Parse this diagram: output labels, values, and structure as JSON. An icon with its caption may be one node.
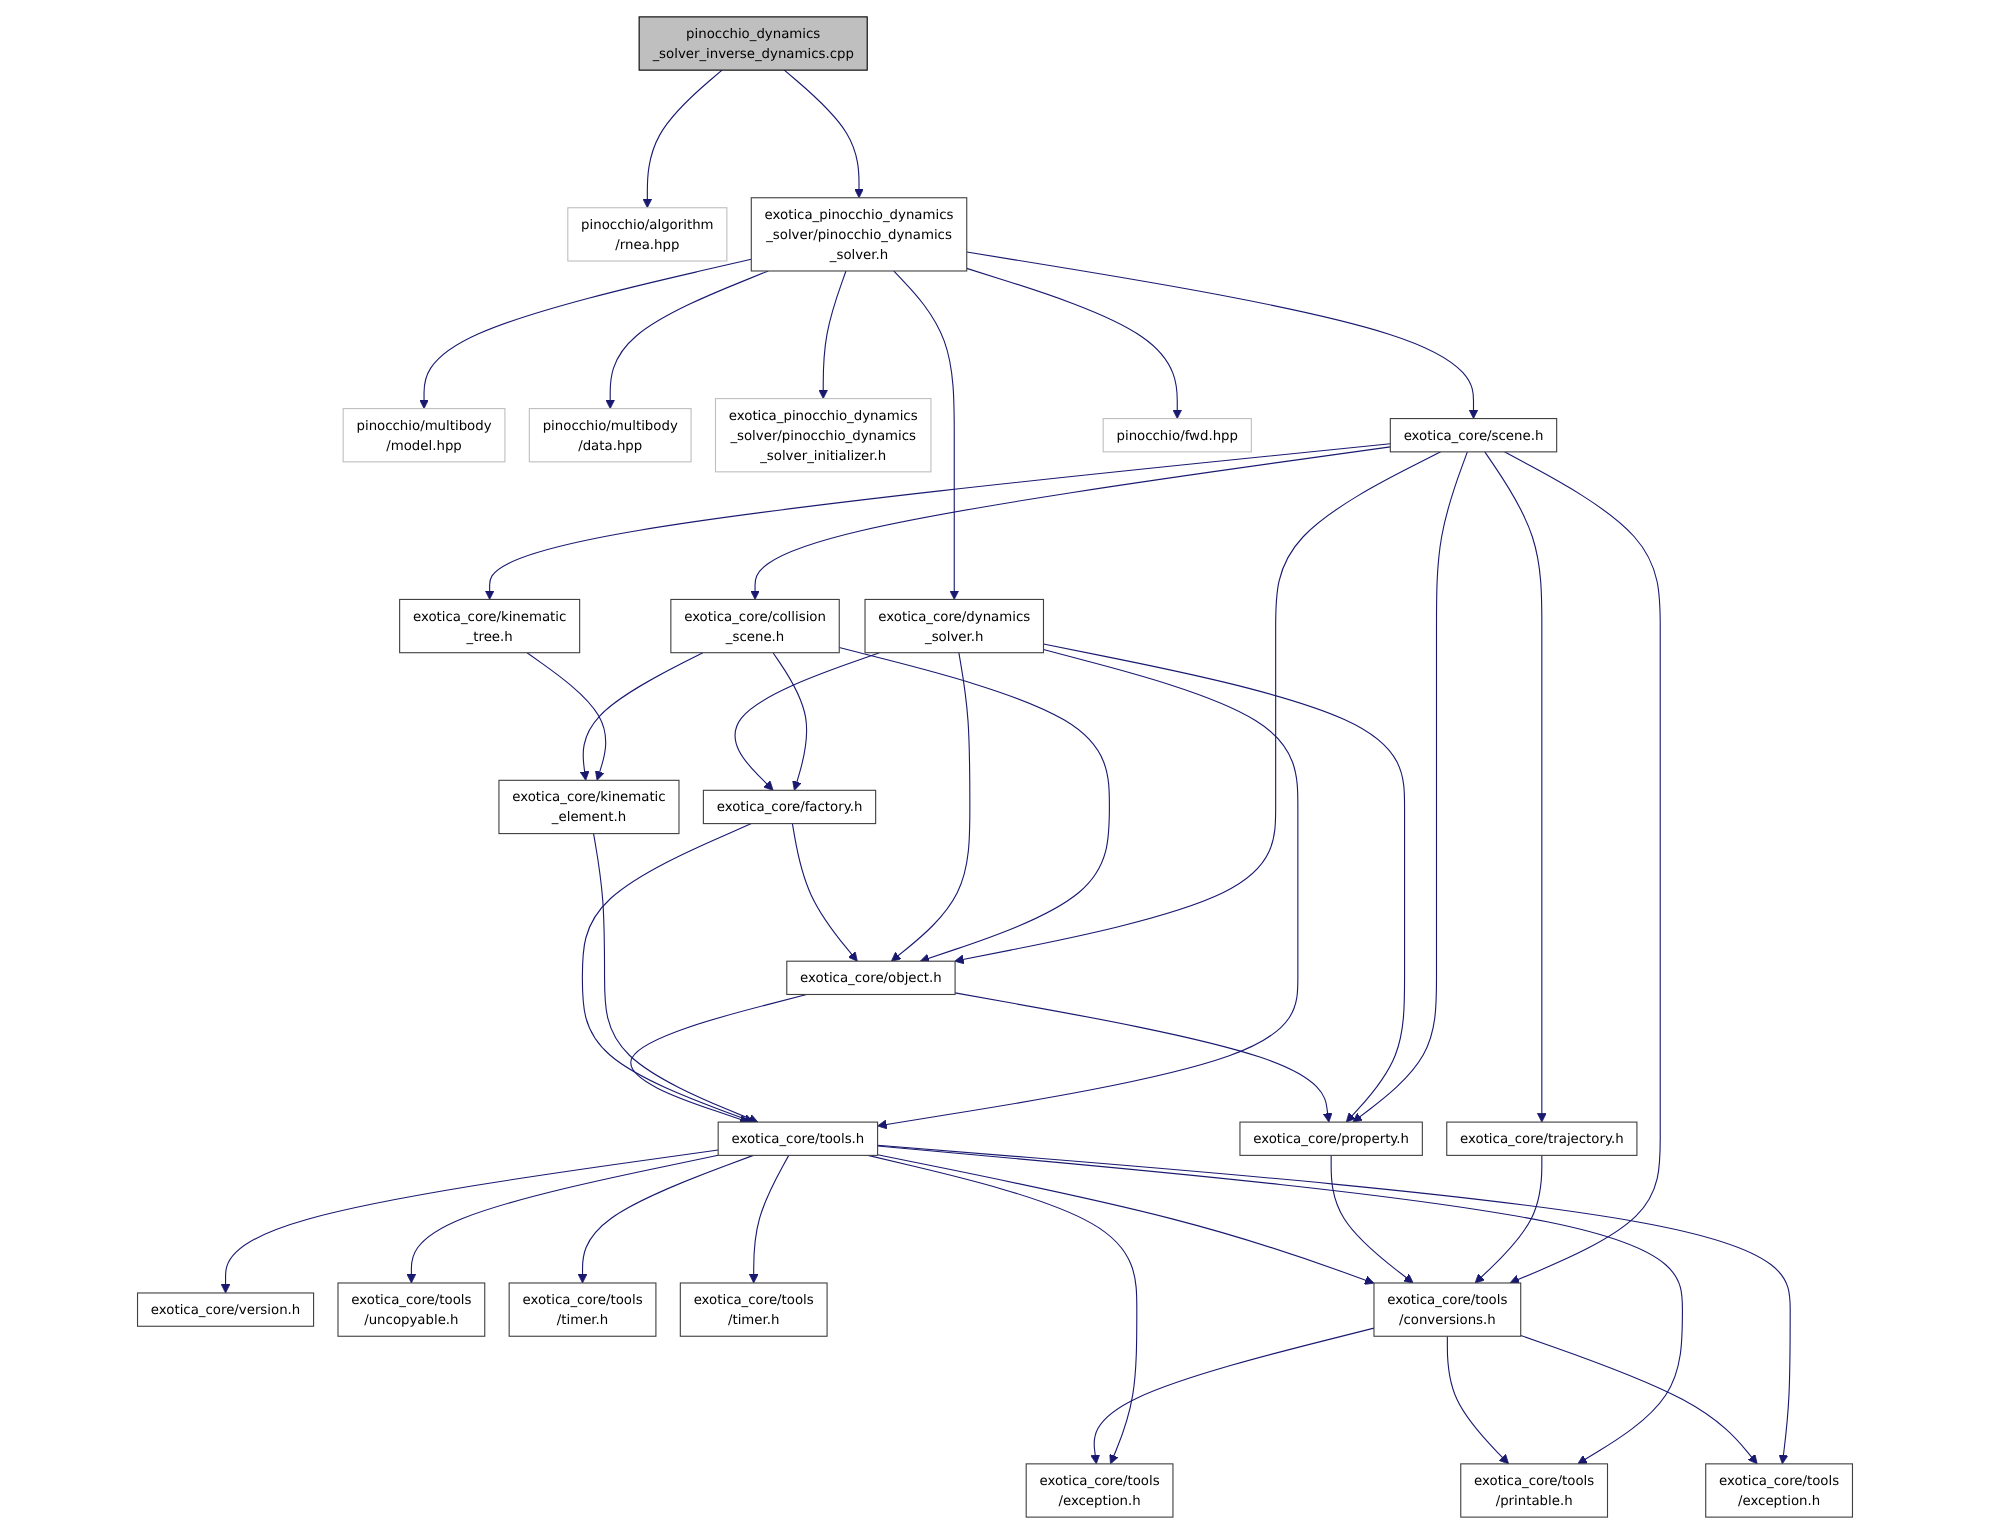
{
  "diagram": {
    "nodes": [
      {
        "text": [
          "pinocchio_dynamics _solver_inverse_dynamics.cpp"
        ]
      },
      {
        "text": [
          "exotica_pinocchio_dynamics _solver/pinocchio_dynamics _solver.h"
        ]
      },
      {
        "text": [
          "pinocchio/algorithm /rnea.hpp"
        ]
      },
      {
        "text": [
          "pinocchio/fwd.hpp"
        ]
      },
      {
        "text": [
          "exotica_core/scene.h"
        ]
      },
      {
        "text": [
          "exotica_pinocchio_dynamics _solver/pinocchio_dynamics _solver_initializer.h"
        ]
      },
      {
        "text": [
          "pinocchio/multibody /data.hpp"
        ]
      },
      {
        "text": [
          "pinocchio/multibody /model.hpp"
        ]
      },
      {
        "text": [
          "exotica_core/kinematic _tree.h"
        ]
      },
      {
        "text": [
          "exotica_core/collision _scene.h"
        ]
      },
      {
        "text": [
          "exotica_core/dynamics _solver.h"
        ]
      },
      {
        "text": [
          "exotica_core/kinematic _element.h"
        ]
      },
      {
        "text": [
          "exotica_core/factory.h"
        ]
      },
      {
        "text": [
          "exotica_core/trajectory.h"
        ]
      },
      {
        "text": [
          "exotica_core/object.h"
        ]
      },
      {
        "text": [
          "exotica_core/property.h"
        ]
      },
      {
        "text": [
          "exotica_core/tools.h"
        ]
      },
      {
        "text": [
          "exotica_core/tools /conversions.h"
        ]
      },
      {
        "text": [
          "exotica_core/tools /timer.h"
        ]
      },
      {
        "text": [
          "exotica_core/tools /timer.h"
        ]
      },
      {
        "text": [
          "exotica_core/tools /uncopyable.h"
        ]
      },
      {
        "text": [
          "exotica_core/version.h"
        ]
      },
      {
        "text": [
          "exotica_core/tools /exception.h"
        ]
      },
      {
        "text": [
          "exotica_core/tools /printable.h"
        ]
      },
      {
        "text": [
          "exotica_core/tools /exception.h"
        ]
      }
    ],
    "edges": [
      {
        "from": 0,
        "to": 1,
        "arrow": "to"
      },
      {
        "from": 0,
        "to": 2,
        "arrow": "to"
      },
      {
        "from": 1,
        "to": 3,
        "arrow": "to"
      },
      {
        "from": 1,
        "to": 4,
        "arrow": "to"
      },
      {
        "from": 1,
        "to": 5,
        "arrow": "to"
      },
      {
        "from": 1,
        "to": 6,
        "arrow": "to"
      },
      {
        "from": 1,
        "to": 7,
        "arrow": "to"
      },
      {
        "from": 1,
        "to": 10,
        "arrow": "to"
      },
      {
        "from": 4,
        "to": 8,
        "arrow": "to"
      },
      {
        "from": 4,
        "to": 9,
        "arrow": "to"
      },
      {
        "from": 4,
        "to": 13,
        "arrow": "to"
      },
      {
        "from": 4,
        "to": 14,
        "arrow": "to"
      },
      {
        "from": 4,
        "to": 15,
        "arrow": "to"
      },
      {
        "from": 4,
        "to": 17,
        "arrow": "to"
      },
      {
        "from": 8,
        "to": 11,
        "arrow": "to"
      },
      {
        "from": 9,
        "to": 11,
        "arrow": "to"
      },
      {
        "from": 9,
        "to": 14,
        "arrow": "to"
      },
      {
        "from": 9,
        "to": 12,
        "arrow": "to"
      },
      {
        "from": 10,
        "to": 14,
        "arrow": "to"
      },
      {
        "from": 10,
        "to": 12,
        "arrow": "to"
      },
      {
        "from": 10,
        "to": 15,
        "arrow": "to"
      },
      {
        "from": 10,
        "to": 16,
        "arrow": "to"
      },
      {
        "from": 11,
        "to": 16,
        "arrow": "to"
      },
      {
        "from": 12,
        "to": 14,
        "arrow": "to"
      },
      {
        "from": 12,
        "to": 16,
        "arrow": "to"
      },
      {
        "from": 13,
        "to": 17,
        "arrow": "to"
      },
      {
        "from": 14,
        "to": 15,
        "arrow": "to"
      },
      {
        "from": 14,
        "to": 16,
        "arrow": "to"
      },
      {
        "from": 15,
        "to": 17,
        "arrow": "to"
      },
      {
        "from": 16,
        "to": 17,
        "arrow": "to"
      },
      {
        "from": 16,
        "to": 18,
        "arrow": "to"
      },
      {
        "from": 16,
        "to": 19,
        "arrow": "to"
      },
      {
        "from": 16,
        "to": 20,
        "arrow": "to"
      },
      {
        "from": 16,
        "to": 21,
        "arrow": "to"
      },
      {
        "from": 16,
        "to": 22,
        "arrow": "to"
      },
      {
        "from": 16,
        "to": 23,
        "arrow": "to"
      },
      {
        "from": 16,
        "to": 24,
        "arrow": "to"
      },
      {
        "from": 17,
        "to": 22,
        "arrow": "to"
      },
      {
        "from": 17,
        "to": 23,
        "arrow": "to"
      },
      {
        "from": 17,
        "to": 24,
        "arrow": "to"
      }
    ]
  }
}
